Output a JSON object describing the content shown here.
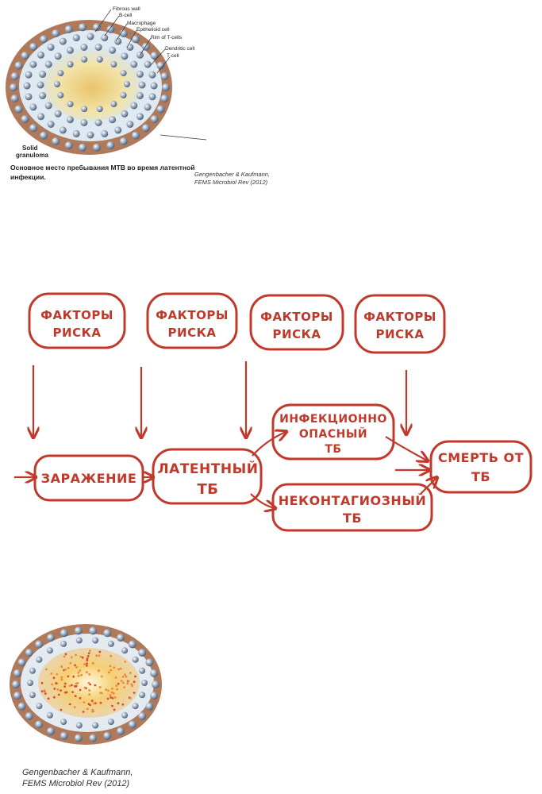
{
  "granuloma_top": {
    "labels": [
      "Fibrous wall",
      "B-cell",
      "Macrophage",
      "Epithelioid cell",
      "Rim of T-cells",
      "Dendritic cell",
      "T-cell"
    ],
    "solid_label_line1": "Solid",
    "solid_label_line2": "granuloma",
    "caption_line1": "Основное место пребывания МТВ во время латентной",
    "caption_line2": "инфекции.",
    "citation_line1": "Gengenbacher & Kaufmann,",
    "citation_line2": "FEMS Microbiol Rev (2012)"
  },
  "flow": {
    "risk_boxes": [
      {
        "line1": "ФАКТОРЫ",
        "line2": "РИСКА"
      },
      {
        "line1": "ФАКТОРЫ",
        "line2": "РИСКА"
      },
      {
        "line1": "ФАКТОРЫ",
        "line2": "РИСКА"
      },
      {
        "line1": "ФАКТОРЫ",
        "line2": "РИСКА"
      }
    ],
    "infection": "ЗАРАЖЕНИЕ",
    "latent_line1": "ЛАТЕНТНЫЙ",
    "latent_line2": "ТБ",
    "infectious_line1": "ИНФЕКЦИОННО",
    "infectious_line2": "ОПАСНЫЙ",
    "infectious_line3": "ТБ",
    "noncontagious_line1": "НЕКОНТАГИОЗНЫЙ",
    "noncontagious_line2": "ТБ",
    "death_line1": "СМЕРТЬ ОТ",
    "death_line2": "ТБ",
    "stroke_color": "#c0392b"
  },
  "granuloma_bottom": {
    "citation_line1": "Gengenbacher & Kaufmann,",
    "citation_line2": "FEMS Microbiol Rev (2012)"
  }
}
